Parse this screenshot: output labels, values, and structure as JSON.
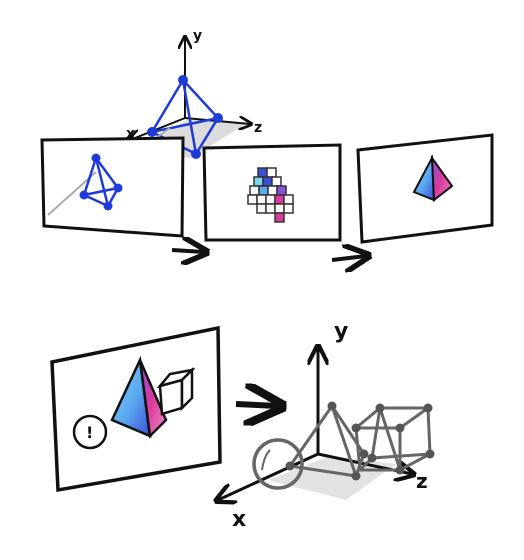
{
  "top_axes": {
    "x": "x",
    "y": "y",
    "z": "z"
  },
  "bottom_axes": {
    "x": "x",
    "y": "y",
    "z": "z"
  },
  "face_label": "!",
  "colors": {
    "ink": "#111111",
    "vertex_blue": "#1f3bd6",
    "pyramid_cyan": "#7fd3f0",
    "pyramid_blue": "#3a4fd8",
    "pyramid_magenta": "#d93a9b",
    "pyramid_pink": "#f28bc8",
    "ground_shadow": "#dcdcdc",
    "wire_gray": "#666666"
  }
}
